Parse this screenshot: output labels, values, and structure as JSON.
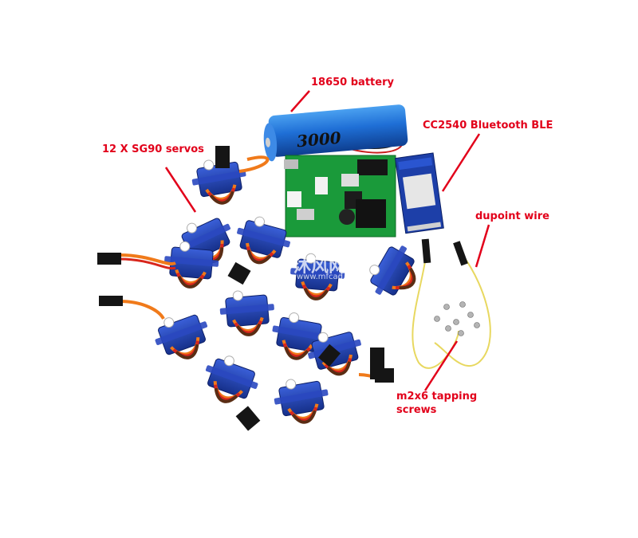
{
  "labels": {
    "battery": "18650 battery",
    "bluetooth": "CC2540 Bluetooth BLE",
    "servos": "12 X SG90  servos",
    "wire": "dupoint wire",
    "screws_line1": "m2x6 tapping",
    "screws_line2": "screws"
  },
  "battery_print": "3000",
  "watermark": {
    "text": "沐风网",
    "url": "www.mfcad.com"
  },
  "colors": {
    "annotation": "#e2001a",
    "battery": "#1f6fd6",
    "pcb": "#1a9a3a",
    "servo_body": "#1e3ea8",
    "servo_cable_orange": "#f07a1a",
    "servo_cable_red": "#d8261c",
    "servo_cable_brown": "#5a2d14",
    "wire": "#e8d860"
  }
}
